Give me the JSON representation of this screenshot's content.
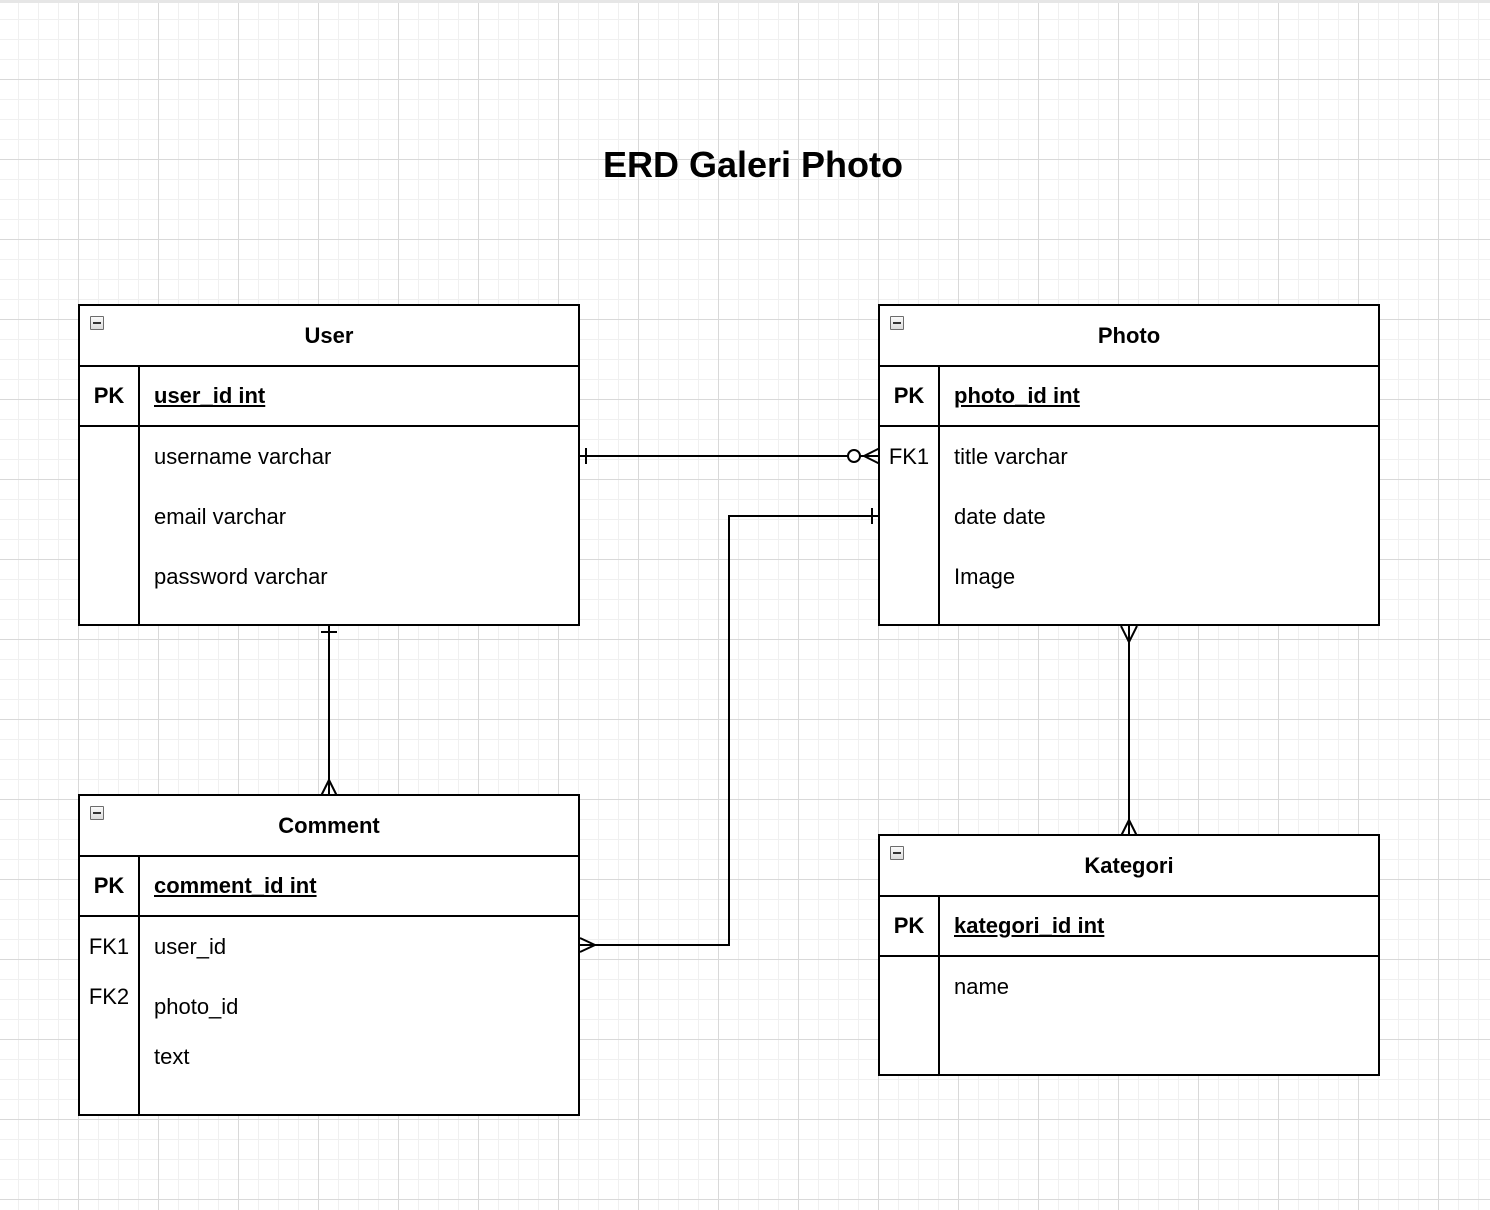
{
  "title": "ERD Galeri Photo",
  "entities": {
    "user": {
      "name": "User",
      "pk_label": "PK",
      "pk_field": "user_id int",
      "attributes": [
        "username varchar",
        "email varchar",
        "password varchar"
      ]
    },
    "photo": {
      "name": "Photo",
      "pk_label": "PK",
      "pk_field": "photo_id int",
      "fk_labels": [
        "FK1"
      ],
      "attributes": [
        "title varchar",
        "date date",
        "Image"
      ]
    },
    "comment": {
      "name": "Comment",
      "pk_label": "PK",
      "pk_field": "comment_id int",
      "fk_labels": [
        "FK1",
        "FK2"
      ],
      "attributes": [
        "user_id",
        "photo_id",
        "text"
      ]
    },
    "kategori": {
      "name": "Kategori",
      "pk_label": "PK",
      "pk_field": "kategori_id int",
      "attributes": [
        "name"
      ]
    }
  },
  "relationships": [
    {
      "from": "User",
      "to": "Photo",
      "from_end": "one",
      "to_end": "zero-or-many"
    },
    {
      "from": "Photo",
      "to": "Comment",
      "from_end": "one",
      "to_end": "many"
    },
    {
      "from": "User",
      "to": "Comment",
      "from_end": "one",
      "to_end": "many"
    },
    {
      "from": "Photo",
      "to": "Kategori",
      "from_end": "many",
      "to_end": "many"
    }
  ]
}
